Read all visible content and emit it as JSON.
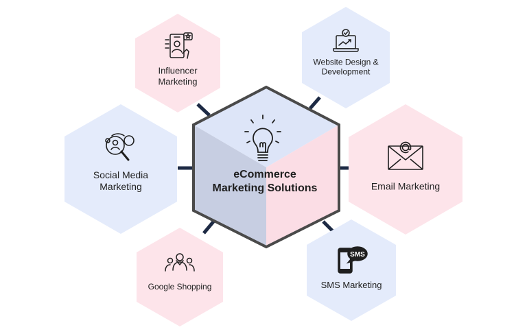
{
  "center": {
    "title": "eCommerce\nMarketing Solutions",
    "icon": "lightbulb-icon"
  },
  "nodes": [
    {
      "label": "Influencer\nMarketing",
      "icon": "influencer-phone-icon",
      "color": "#fde4ea"
    },
    {
      "label": "Website Design &\nDevelopment",
      "icon": "laptop-chart-icon",
      "color": "#e4ebfb"
    },
    {
      "label": "Social Media\nMarketing",
      "icon": "social-media-search-icon",
      "color": "#e4ebfb"
    },
    {
      "label": "Email Marketing",
      "icon": "envelope-icon",
      "color": "#fde4ea"
    },
    {
      "label": "Google Shopping",
      "icon": "people-group-icon",
      "color": "#fde4ea"
    },
    {
      "label": "SMS Marketing",
      "icon": "sms-phone-icon",
      "color": "#e4ebfb"
    }
  ],
  "colors": {
    "center_blue": "#c7cee2",
    "center_light_blue": "#dde5f8",
    "center_pink": "#fbdde5",
    "center_border": "#4a4a4a",
    "connector": "#1d2a44"
  }
}
